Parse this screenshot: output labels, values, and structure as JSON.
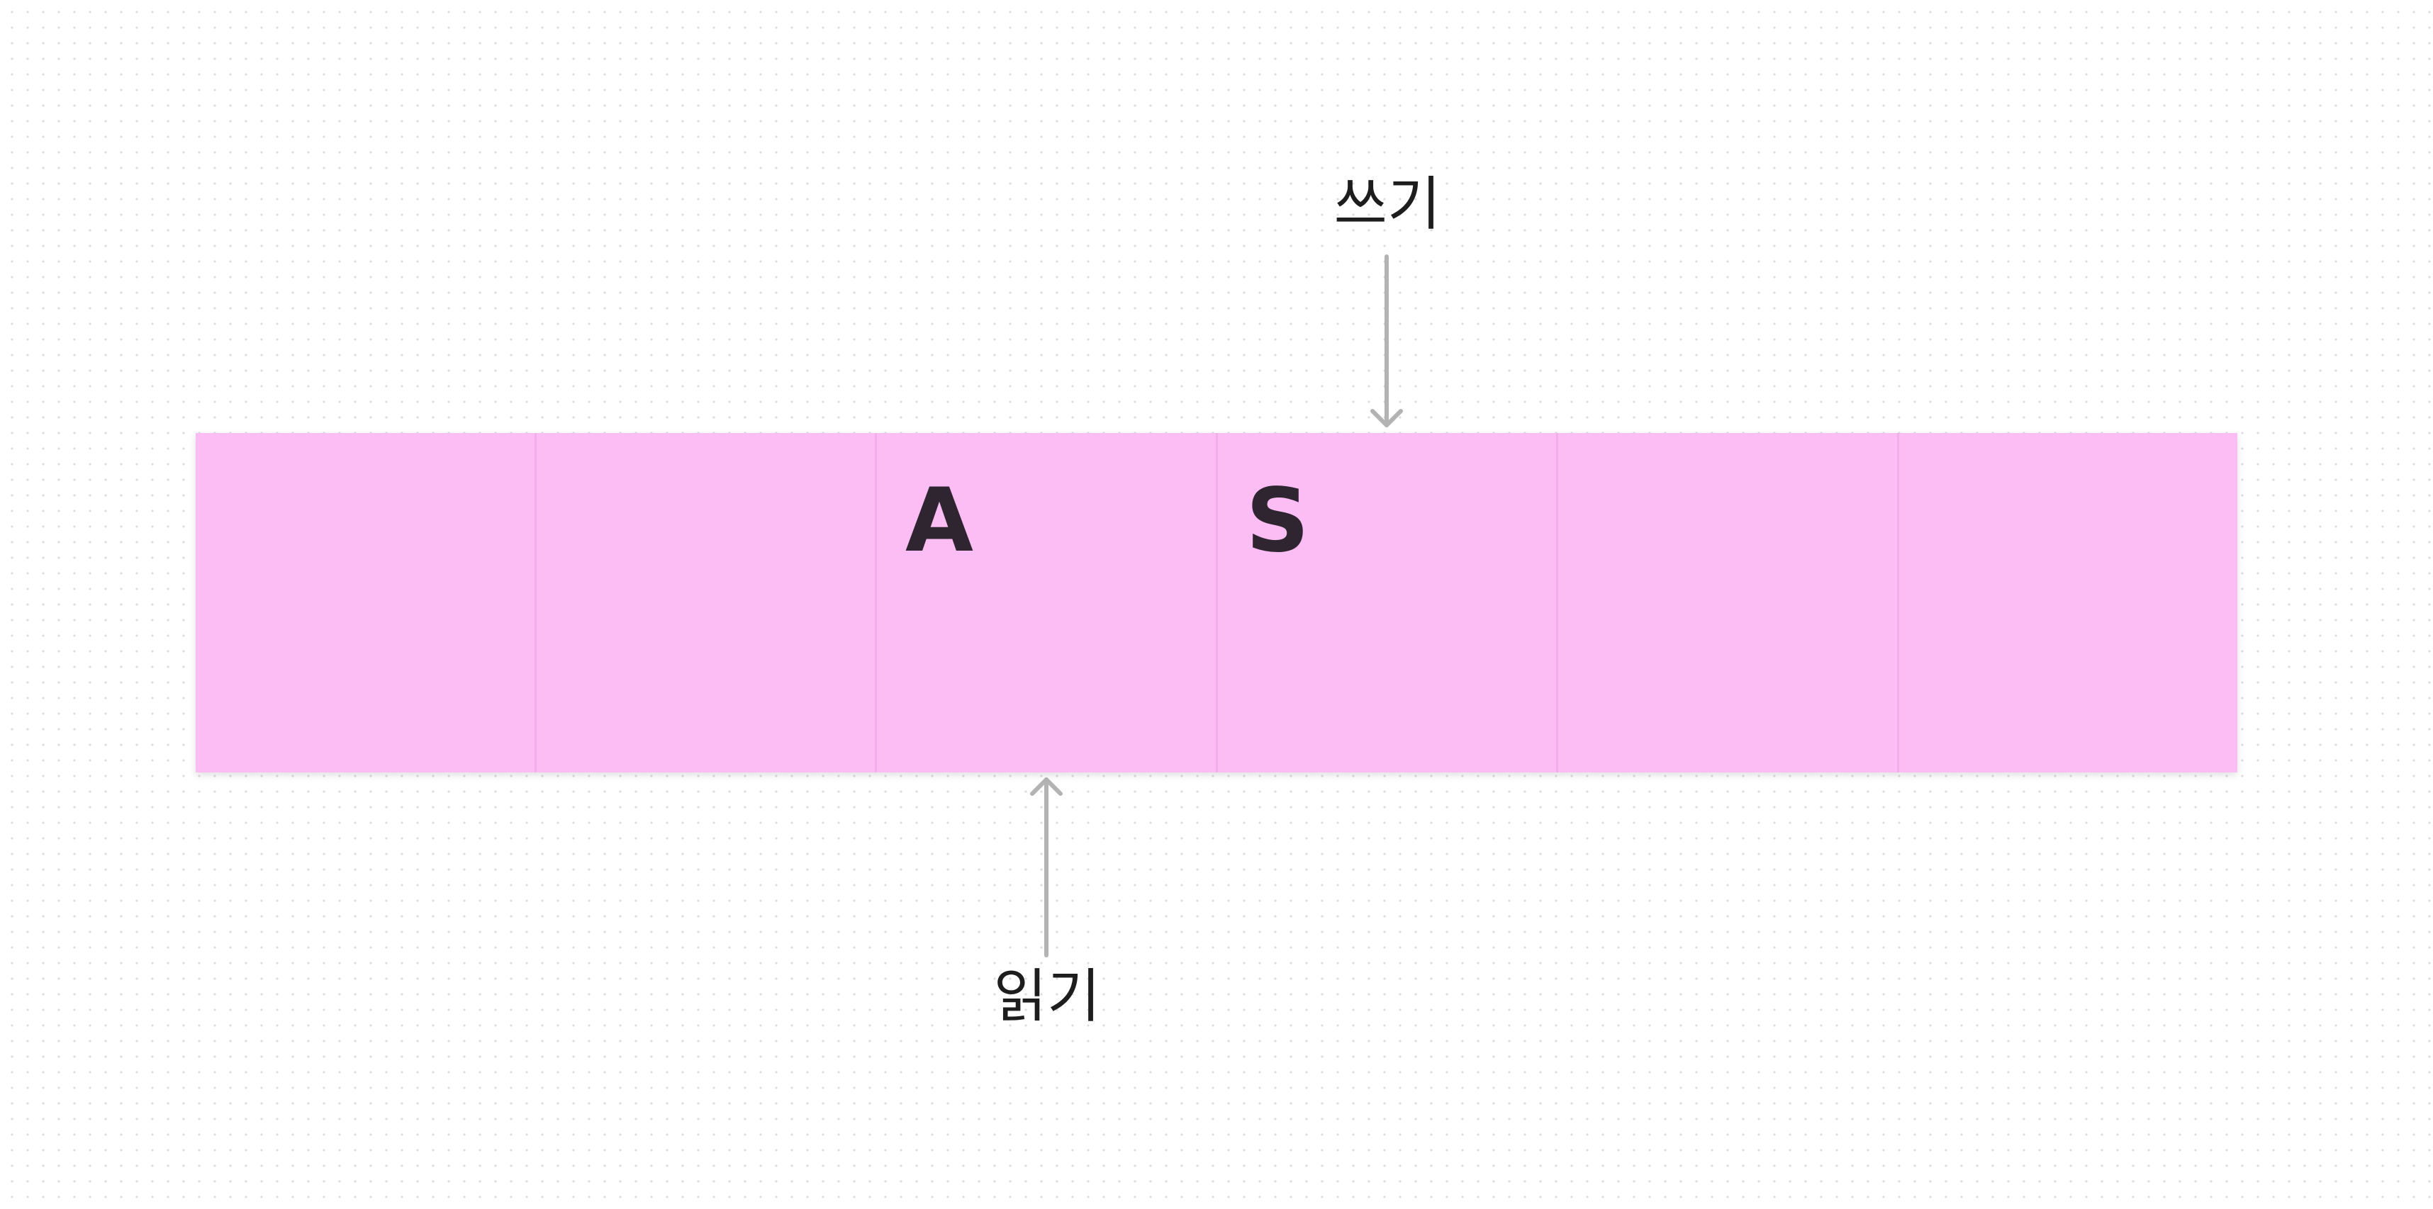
{
  "buffer": {
    "cells": [
      "",
      "",
      "A",
      "S",
      "",
      ""
    ]
  },
  "write_pointer": {
    "label": "쓰기",
    "cell_index": 3
  },
  "read_pointer": {
    "label": "읽기",
    "cell_index": 2
  },
  "colors": {
    "cell_fill": "#fcbdf4",
    "cell_divider": "#f1aee8",
    "text": "#2e2530",
    "arrow": "#b3b3b3"
  }
}
